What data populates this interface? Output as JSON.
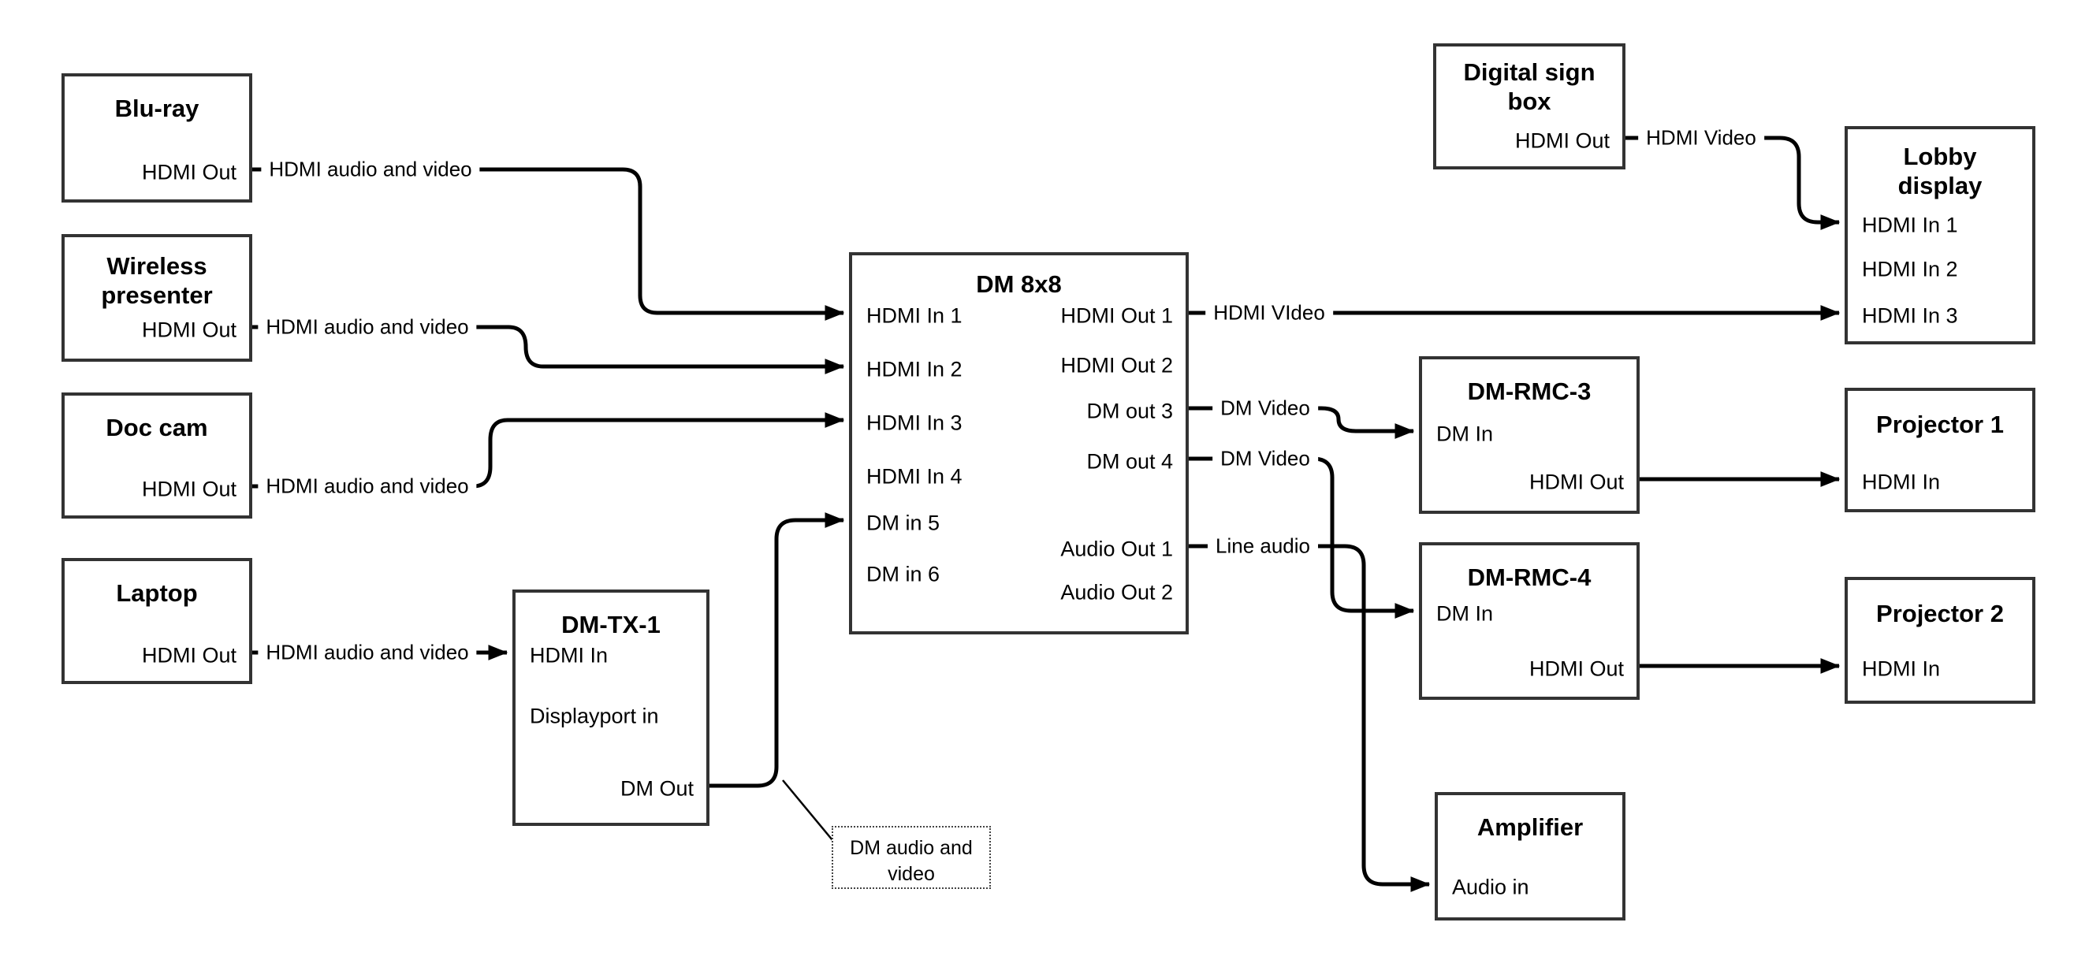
{
  "diagram": {
    "type": "av-signal-flow",
    "colors": {
      "line": "#000000",
      "box_border": "#333333",
      "text": "#000000",
      "background": "#ffffff"
    },
    "nodes": {
      "bluray": {
        "title": "Blu-ray",
        "ports": {
          "hdmi_out": "HDMI Out"
        }
      },
      "wireless": {
        "title": "Wireless presenter",
        "ports": {
          "hdmi_out": "HDMI Out"
        }
      },
      "doccam": {
        "title": "Doc cam",
        "ports": {
          "hdmi_out": "HDMI Out"
        }
      },
      "laptop": {
        "title": "Laptop",
        "ports": {
          "hdmi_out": "HDMI Out"
        }
      },
      "dmtx1": {
        "title": "DM-TX-1",
        "ports": {
          "hdmi_in": "HDMI In",
          "dp_in": "Displayport in",
          "dm_out": "DM Out"
        }
      },
      "dm8x8": {
        "title": "DM 8x8",
        "inputs": [
          "HDMI In 1",
          "HDMI In 2",
          "HDMI In 3",
          "HDMI In 4",
          "DM in 5",
          "DM in 6"
        ],
        "outputs": [
          "HDMI Out 1",
          "HDMI Out 2",
          "DM out 3",
          "DM out 4",
          "Audio Out 1",
          "Audio Out 2"
        ]
      },
      "digitalsign": {
        "title": "Digital sign box",
        "ports": {
          "hdmi_out": "HDMI Out"
        }
      },
      "lobby": {
        "title": "Lobby display",
        "inputs": [
          "HDMI In 1",
          "HDMI In 2",
          "HDMI In 3"
        ]
      },
      "dmrmc3": {
        "title": "DM-RMC-3",
        "ports": {
          "dm_in": "DM In",
          "hdmi_out": "HDMI Out"
        }
      },
      "dmrmc4": {
        "title": "DM-RMC-4",
        "ports": {
          "dm_in": "DM In",
          "hdmi_out": "HDMI Out"
        }
      },
      "proj1": {
        "title": "Projector 1",
        "ports": {
          "hdmi_in": "HDMI In"
        }
      },
      "proj2": {
        "title": "Projector 2",
        "ports": {
          "hdmi_in": "HDMI In"
        }
      },
      "amp": {
        "title": "Amplifier",
        "ports": {
          "audio_in": "Audio in"
        }
      }
    },
    "edge_labels": {
      "bluray_feed": "HDMI audio and video",
      "wireless_feed": "HDMI audio and video",
      "doccam_feed": "HDMI audio and video",
      "laptop_feed": "HDMI audio and video",
      "hdmi_video_out1": "HDMI VIdeo",
      "dm_video_out3": "DM Video",
      "dm_video_out4": "DM Video",
      "line_audio_out1": "Line audio",
      "digitalsign_feed": "HDMI Video",
      "annotation": "DM audio and video"
    },
    "connections": [
      {
        "from": "Blu-ray.HDMI Out",
        "to": "DM 8x8.HDMI In 1",
        "label": "HDMI audio and video"
      },
      {
        "from": "Wireless presenter.HDMI Out",
        "to": "DM 8x8.HDMI In 2",
        "label": "HDMI audio and video"
      },
      {
        "from": "Doc cam.HDMI Out",
        "to": "DM 8x8.HDMI In 3",
        "label": "HDMI audio and video"
      },
      {
        "from": "Laptop.HDMI Out",
        "to": "DM-TX-1.HDMI In",
        "label": "HDMI audio and video"
      },
      {
        "from": "DM-TX-1.DM Out",
        "to": "DM 8x8.DM in 5",
        "label": "DM audio and video"
      },
      {
        "from": "DM 8x8.HDMI Out 1",
        "to": "Lobby display.HDMI In 3",
        "label": "HDMI VIdeo"
      },
      {
        "from": "DM 8x8.DM out 3",
        "to": "DM-RMC-3.DM In",
        "label": "DM Video"
      },
      {
        "from": "DM 8x8.DM out 4",
        "to": "DM-RMC-4.DM In",
        "label": "DM Video"
      },
      {
        "from": "DM 8x8.Audio Out 1",
        "to": "Amplifier.Audio in",
        "label": "Line audio"
      },
      {
        "from": "Digital sign box.HDMI Out",
        "to": "Lobby display.HDMI In 1",
        "label": "HDMI Video"
      },
      {
        "from": "DM-RMC-3.HDMI Out",
        "to": "Projector 1.HDMI In",
        "label": ""
      },
      {
        "from": "DM-RMC-4.HDMI Out",
        "to": "Projector 2.HDMI In",
        "label": ""
      }
    ]
  }
}
